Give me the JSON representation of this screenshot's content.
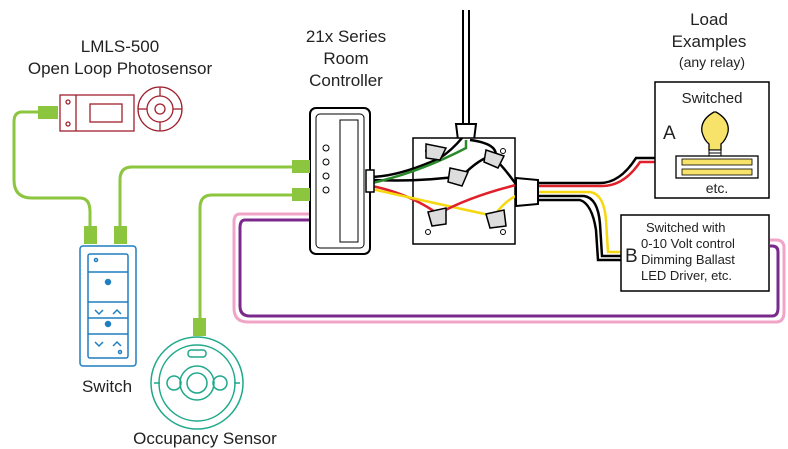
{
  "labels": {
    "sensor_model": "LMLS-500",
    "sensor_desc": "Open Loop Photosensor",
    "controller_l1": "21x Series",
    "controller_l2": "Room",
    "controller_l3": "Controller",
    "load_l1": "Load",
    "load_l2": "Examples",
    "load_l3": "(any relay)",
    "switched": "Switched",
    "letter_a": "A",
    "etc": "etc.",
    "letter_b": "B",
    "b_line1": "Switched with",
    "b_line2": "0-10 Volt control",
    "b_line3": "Dimming Ballast",
    "b_line4": "LED Driver, etc.",
    "switch": "Switch",
    "occupancy": "Occupancy Sensor"
  },
  "colors": {
    "lmbus_cable": "#8cc63f",
    "photosensor": "#a0202e",
    "switch": "#1f7fc1",
    "occupancy": "#1fa98a",
    "purple_wire": "#7b2a8c",
    "pink_wire": "#f0a4c8",
    "red_wire": "#e0202a",
    "yellow_wire": "#f5d80f",
    "green_wire": "#2a8a2a",
    "lamp": "#f7e36a"
  }
}
